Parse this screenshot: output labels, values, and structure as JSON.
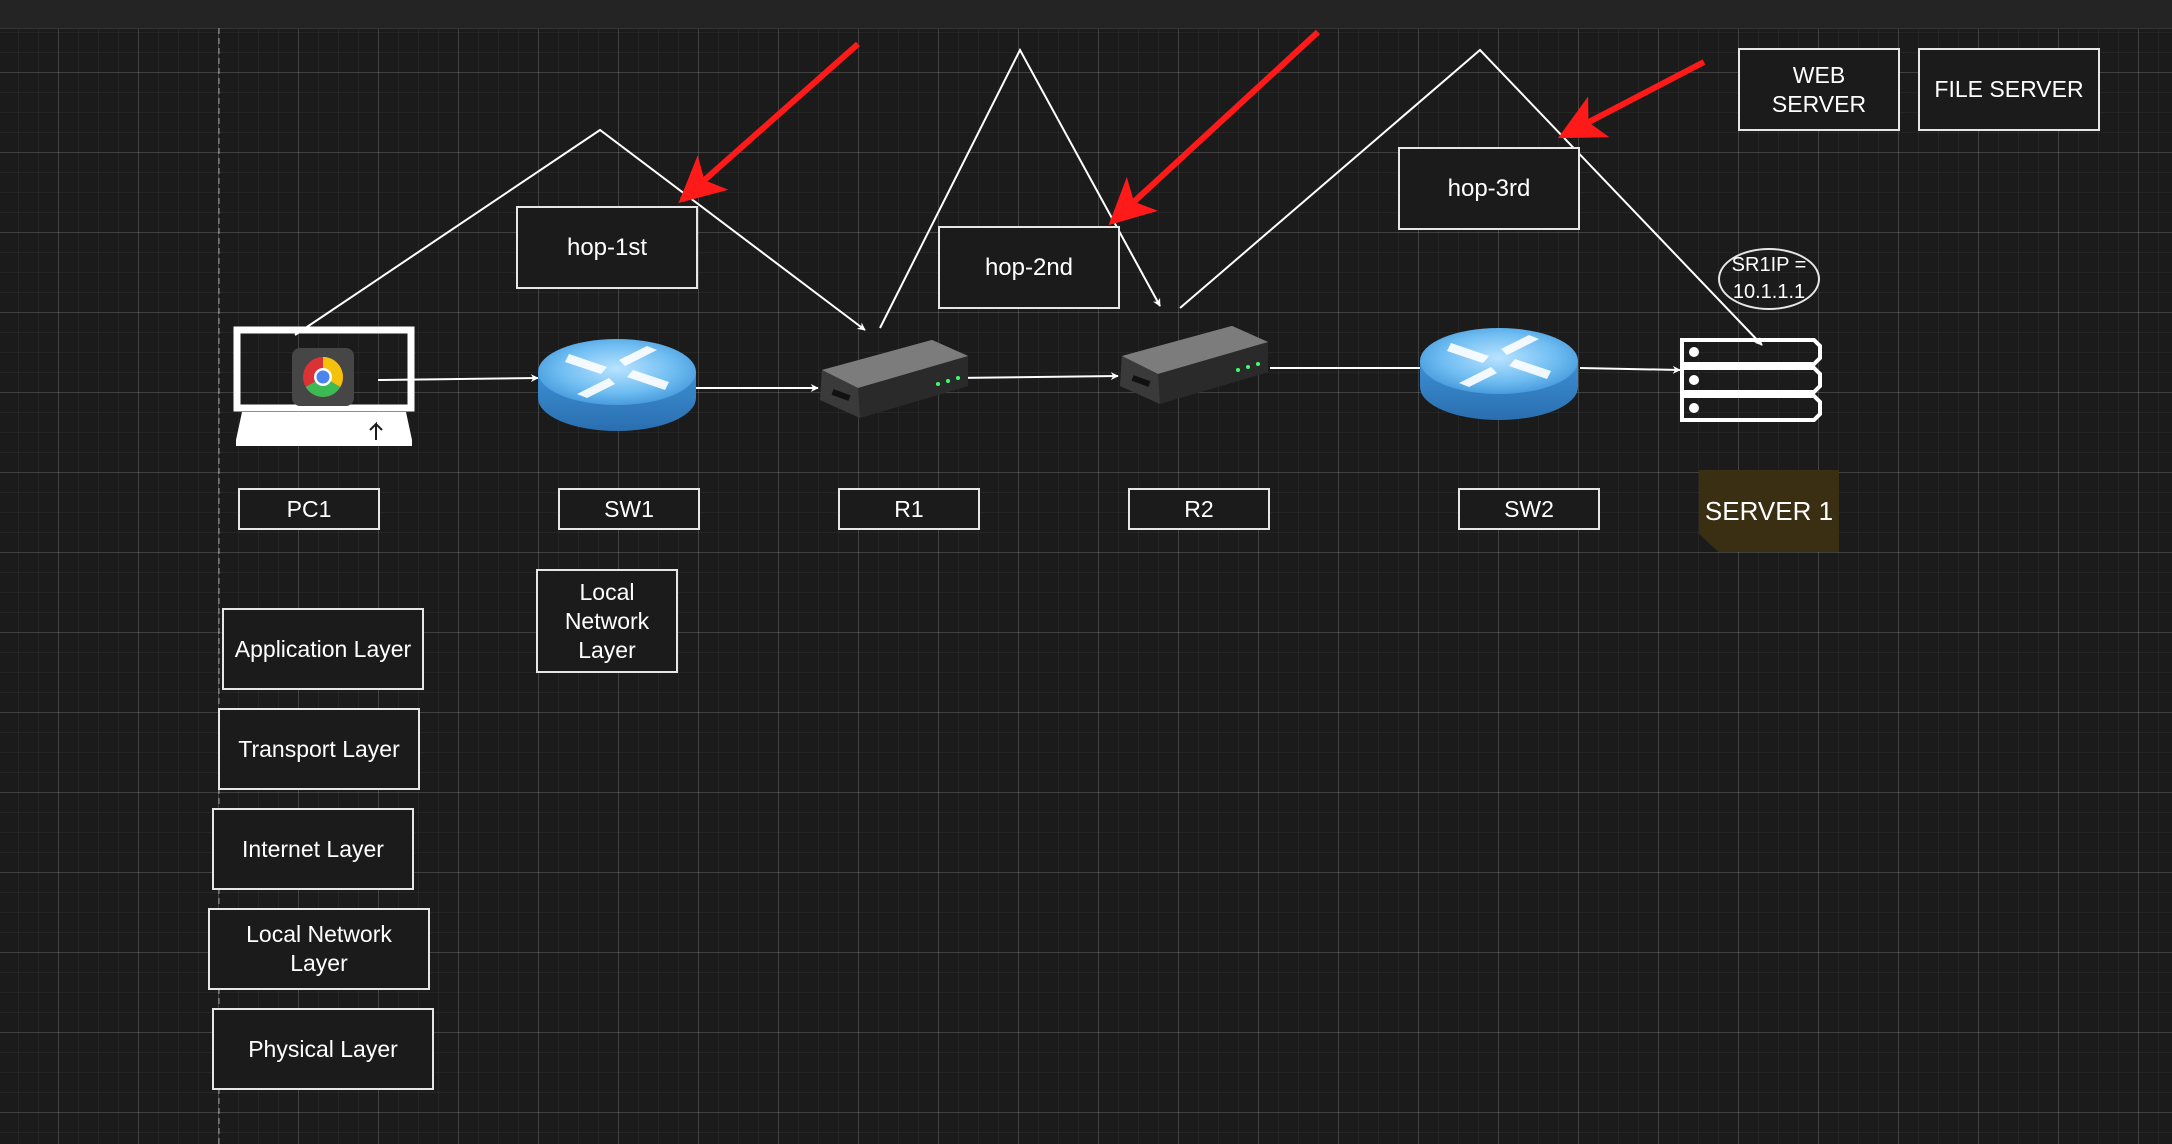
{
  "nodes": {
    "pc1": "PC1",
    "sw1": "SW1",
    "r1": "R1",
    "r2": "R2",
    "sw2": "SW2",
    "server1": "SERVER 1"
  },
  "hops": {
    "first": "hop-1st",
    "second": "hop-2nd",
    "third": "hop-3rd"
  },
  "servers": {
    "web_line1": "WEB",
    "web_line2": "SERVER",
    "file": "FILE SERVER"
  },
  "server_ip": {
    "line1": "SR1IP =",
    "line2": "10.1.1.1"
  },
  "sw1_layer": {
    "line1": "Local",
    "line2": "Network",
    "line3": "Layer"
  },
  "layers": {
    "application": "Application Layer",
    "transport": "Transport Layer",
    "internet": "Internet Layer",
    "local_network_line1": "Local Network",
    "local_network_line2": "Layer",
    "physical": "Physical Layer"
  },
  "colors": {
    "background": "#1b1b1b",
    "annotation_arrow": "#ff1a1a",
    "switch_blue": "#4aa8ec",
    "server_note": "#3a2f12"
  },
  "icons": {
    "pc1": "laptop-chrome-icon",
    "sw1": "network-switch-icon",
    "r1": "router-icon",
    "r2": "router-icon",
    "sw2": "network-switch-icon",
    "server1": "rack-server-icon"
  }
}
